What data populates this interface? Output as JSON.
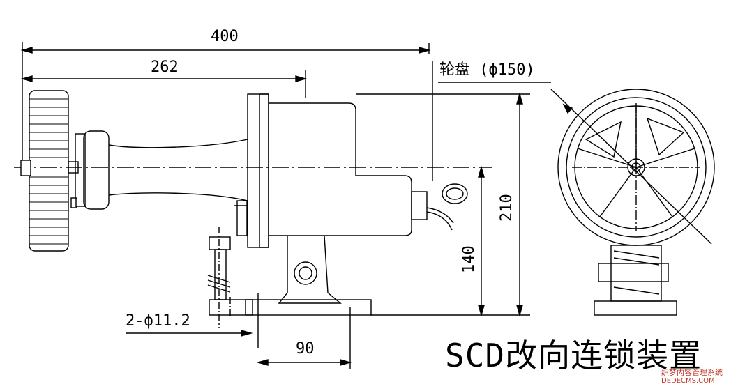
{
  "dimensions": {
    "overall_length": "400",
    "wheel_to_flange": "262",
    "wheel_label": "轮盘 (ф150)",
    "total_height": "210",
    "axis_height": "140",
    "bolt_holes": "2-ф11.2",
    "base_width": "90"
  },
  "title": "SCD改向连锁装置",
  "watermark": {
    "line1": "织梦内容管理系统",
    "line2": "DEDECMS.COM"
  }
}
